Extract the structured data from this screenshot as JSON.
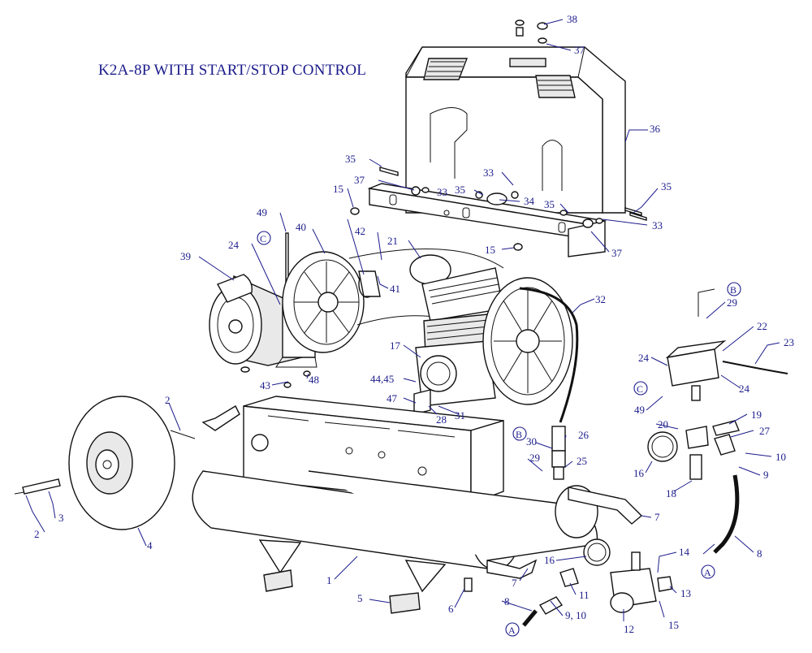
{
  "title": "K2A-8P WITH START/STOP CONTROL",
  "labels": {
    "p1": "1",
    "p2a": "2",
    "p2b": "2",
    "p3": "3",
    "p4": "4",
    "p5": "5",
    "p6": "6",
    "p7a": "7",
    "p7b": "7",
    "p8a": "8",
    "p8b": "8",
    "p9a": "9",
    "p9b": "9, 10",
    "p10": "10",
    "p11": "11",
    "p12": "12",
    "p13": "13",
    "p14": "14",
    "p15a": "15",
    "p15b": "15",
    "p15c": "15",
    "p16a": "16",
    "p16b": "16",
    "p17": "17",
    "p18": "18",
    "p19": "19",
    "p20": "20",
    "p21": "21",
    "p22": "22",
    "p23": "23",
    "p24a": "24",
    "p24b": "24",
    "p24c": "24",
    "p25": "25",
    "p26": "26",
    "p27": "27",
    "p28": "28",
    "p29a": "29",
    "p29b": "29",
    "p30": "30",
    "p31": "31",
    "p32": "32",
    "p33a": "33",
    "p33b": "33",
    "p33c": "33",
    "p34": "34",
    "p35a": "35",
    "p35b": "35",
    "p35c": "35",
    "p36": "36",
    "p37a": "37",
    "p37b": "37",
    "p37c": "37",
    "p38": "38",
    "p39": "39",
    "p40": "40",
    "p41": "41",
    "p42": "42",
    "p43": "43",
    "p44": "44,45",
    "p47": "47",
    "p48": "48",
    "p49a": "49",
    "p49b": "49"
  },
  "refs": {
    "a1": "A",
    "a2": "A",
    "b1": "B",
    "b2": "B",
    "c1": "C",
    "c2": "C"
  }
}
